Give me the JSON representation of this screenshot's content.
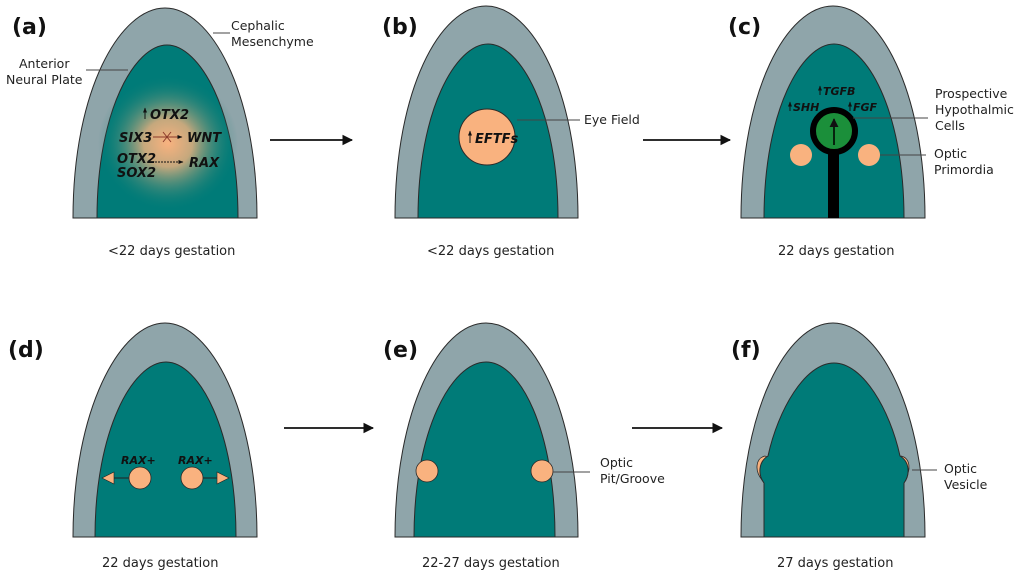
{
  "colors": {
    "mesenchyme": "#8fa5aa",
    "neural_plate": "#007b78",
    "eye_field": "#f9b27f",
    "hypothalamic": "#1b8f3a",
    "outline": "#2a2a2a"
  },
  "panels": [
    {
      "id": "a",
      "label": "(a)",
      "caption": "<22 days gestation",
      "callouts": [
        {
          "lines": [
            "Cephalic",
            "Mesenchyme"
          ]
        },
        {
          "lines": [
            "Anterior",
            "Neural Plate"
          ]
        }
      ],
      "genes": {
        "up_otx2": "OTX2",
        "six3": "SIX3",
        "wnt": "WNT",
        "otx2": "OTX2",
        "sox2": "SOX2",
        "rax": "RAX"
      }
    },
    {
      "id": "b",
      "label": "(b)",
      "caption": "<22 days gestation",
      "callouts": [
        {
          "lines": [
            "Eye Field"
          ]
        }
      ],
      "genes": {
        "eftfs": "EFTFs"
      }
    },
    {
      "id": "c",
      "label": "(c)",
      "caption": "22 days gestation",
      "callouts": [
        {
          "lines": [
            "Prospective",
            "Hypothalmic",
            "Cells"
          ]
        },
        {
          "lines": [
            "Optic",
            "Primordia"
          ]
        }
      ],
      "genes": {
        "tgfb": "TGFB",
        "shh": "SHH",
        "fgf": "FGF"
      }
    },
    {
      "id": "d",
      "label": "(d)",
      "caption": "22 days gestation",
      "callouts": [],
      "genes": {
        "rax_left": "RAX+",
        "rax_right": "RAX+"
      }
    },
    {
      "id": "e",
      "label": "(e)",
      "caption": "22-27 days gestation",
      "callouts": [
        {
          "lines": [
            "Optic",
            "Pit/Groove"
          ]
        }
      ]
    },
    {
      "id": "f",
      "label": "(f)",
      "caption": "27 days gestation",
      "callouts": [
        {
          "lines": [
            "Optic",
            "Vesicle"
          ]
        }
      ]
    }
  ]
}
